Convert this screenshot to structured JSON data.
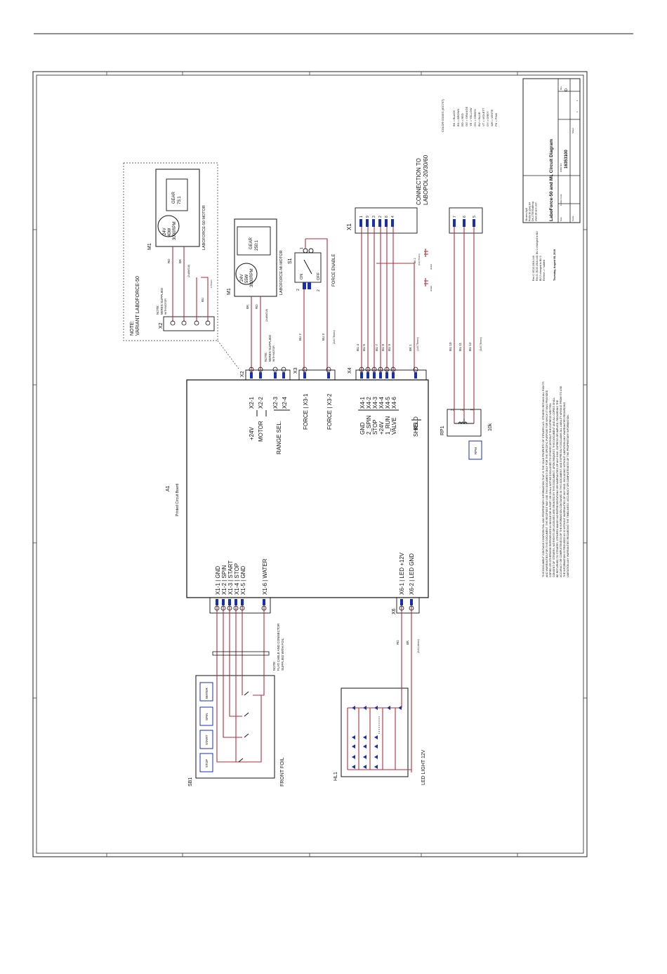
{
  "title_block": {
    "title": "LaboForce-50 and Mi, Circuit Diagram",
    "drawing_no": "16353100",
    "rev": "D",
    "sheet": "1",
    "of": "1",
    "date_line": "Thursday, August 08, 2019",
    "company_lines": [
      "Struers ApS",
      "Pederstrupvej 84",
      "DK-2750 Ballerup",
      "www.struers.com"
    ],
    "labels": {
      "size": "Size",
      "cage_code": "CAGE Code",
      "dwg_no": "DWG NO",
      "rev": "Rev",
      "scale": "Scale",
      "sheet": "Sheet"
    },
    "revisions": [
      "Rev C: ECO 2016-140",
      "Rev D: ECO 2018-148; BU 1 changed to BU",
      "BU 2 changed to BU 3",
      "Refresh -> +added"
    ]
  },
  "color_codes": {
    "title": "COLOR CODES (IEC757)",
    "items": [
      "BK = BLACK",
      "BN = BROWN",
      "RD = RED",
      "OG = ORANGE",
      "YE = YELLOW",
      "GN = GREEN",
      "BU = BLUE",
      "VT = VIOLETT",
      "GY = GREY",
      "WH = WHITE",
      "PK = PINK"
    ]
  },
  "disclaimer": [
    "THIS DOCUMENT CONTAINS CONFIDENTIAL AND PROPRIETARY INFORMATION THAT IS THE SOLE PROPERTY OF STRUERS A/S. STRUERS RETAINS ALL RIGHTS",
    "AND WARRANTIES FOR THIS DOCUMENT. THE RECIPIENT MAY USE THIS DOCUMENT ONLY FOR THE SPECIFIC PURPOSE FOR WHICH IT WAS PROVIDED",
    "COPIED OR OTHERWISE REPRODUCED IN WHOLE OR IN PART, OR SHALL NOT BE DISCLOSED TO OTHERS WITHOUT THE EXPRESS WRITTEN",
    "CONSENT OF STRUERS. NO RIGHTS OR LICENSES ARE GRANTED BY THIS DOCUMENT. UPON REQUEST, THIS DOCUMENT AND ALL COPIES SHALL",
    "BE RETURNED TO STRUERS. STRUERS MAKES NO REPRESENTATIONS OR WARRANTIES OF ANY KIND, EXPRESS OR IMPLIED, REGARDING THE",
    "ACCURACY OR COMPLETENESS OF THE INFORMATION CONTAINED IN THIS DOCUMENT, AND EXPRESSLY DISCLAIMS ALL LIABILITY ARISING FROM ITS USE.",
    "THE INFORMATION IS PROVIDED AS IS WITHOUT WARRANTIES OF ANY KIND, INCLUDING WITHOUT LIMITATION ANY WARRANTIES REGARDING",
    "LIMITATION ANY WARRANTIES REGARDING THE TIMELINESS, ACCURACY OR COMPLETENESS OF THE PROPRIETARY INFORMATION."
  ],
  "a1": {
    "ref": "A1",
    "name": "Printed Circuit Board",
    "x2_labels": [
      "X2-1",
      "X2-2",
      "X2-3",
      "X2-4"
    ],
    "x2_funcs": [
      "+24V",
      "MOTOR",
      "",
      ""
    ],
    "range_sel": "RANGE SEL.",
    "x3_labels": [
      "FORCE | X3-1",
      "FORCE | X3-2"
    ],
    "x4_labels": [
      "X4-1",
      "X4-2",
      "X4-3",
      "X4-4",
      "X4-5",
      "X4-6"
    ],
    "x4_funcs": [
      "GND",
      "2_SPIN",
      "STOP",
      "+24V",
      "1_RUN",
      "VALVE"
    ],
    "k5_label": "K5",
    "shield_label": "SHIELD",
    "x1_labels": [
      "X1-1 | GND",
      "X1-2 | SPIN",
      "X1-3 | START",
      "X1-4 | STOP",
      "X1-5 | GND",
      "X1-6 | WATER"
    ],
    "x6_labels": [
      "X6-1 | LED +12V",
      "X6-2 | LED GND"
    ]
  },
  "connectors": {
    "x1": "X1",
    "x2": "X2",
    "x3": "X3",
    "x4": "X4",
    "x6": "X6",
    "x2_var": "X2"
  },
  "connection_to": [
    "CONNECTION TO",
    "LABOPOL-20/30/60"
  ],
  "x1_pins": [
    "1",
    "9",
    "3",
    "2",
    "8",
    "4",
    "7",
    "6",
    "5"
  ],
  "motor_mi": {
    "ref": "M1",
    "specs": [
      "24V",
      "55W",
      "3000RPM"
    ],
    "gear": [
      "GEAR",
      "250:1"
    ],
    "name": "LABOFORCE-Mi MOTOR",
    "wires": [
      "BK",
      "RD"
    ],
    "note": [
      "NOTE:",
      "WIRES SUPPLIED",
      "WITH MOTOR"
    ],
    "awg": "(2xAWG18)"
  },
  "motor_50": {
    "variant_note": [
      "NOTE:",
      "VARIANT LABOFORCE-50"
    ],
    "ref": "M1",
    "specs": [
      "24V",
      "40W",
      "3000RPM"
    ],
    "gear": [
      "GEAR",
      "75:1"
    ],
    "name": "LABOFORCE-50 MOTOR",
    "wires": [
      "RD",
      "BK",
      "BU"
    ],
    "note": [
      "NOTE:",
      "WIRES SUPPLIED",
      "WITH MOTOR"
    ],
    "awg": "(2xAWG18)",
    "bu_size": "0.75mm²"
  },
  "switch_s1": {
    "ref": "S1",
    "on": "ON",
    "off": "OFF",
    "name": "FORCE ENABLE",
    "pins": [
      "1",
      "2",
      "2"
    ]
  },
  "wires": {
    "x3": [
      "BU 2",
      "BU 3",
      "(2x0.75mm²)"
    ],
    "x4": [
      "BU 4",
      "BU 5",
      "BU 7",
      "BU 8",
      "BU 9"
    ],
    "shield": [
      "BK 1",
      "(1x0.75mm²)"
    ],
    "rp1": [
      "BU 10",
      "BU 11",
      "BU 12",
      "(3x0.75mm²)"
    ],
    "x6": [
      "RD",
      "BK",
      "(2x0.14mm²)"
    ],
    "bk2": [
      "BK 2",
      "(1x0.75mm²)"
    ],
    "shield_lbl": "shield"
  },
  "rp1": {
    "ref": "RP1",
    "value": "10k",
    "box": "RPM",
    "pins": [
      "3",
      "2",
      "1"
    ]
  },
  "foil": {
    "ref": "SB1",
    "name": "FRONT FOIL",
    "buttons": [
      "STOP",
      "START",
      "SPIN",
      "WATER"
    ],
    "note": [
      "NOTE:",
      "FLAT CABLE AND CONNECTOR",
      "SUPPLIED WITH FOIL"
    ]
  },
  "led": {
    "ref": "HL1",
    "name": "LED LIGHT 12V"
  }
}
